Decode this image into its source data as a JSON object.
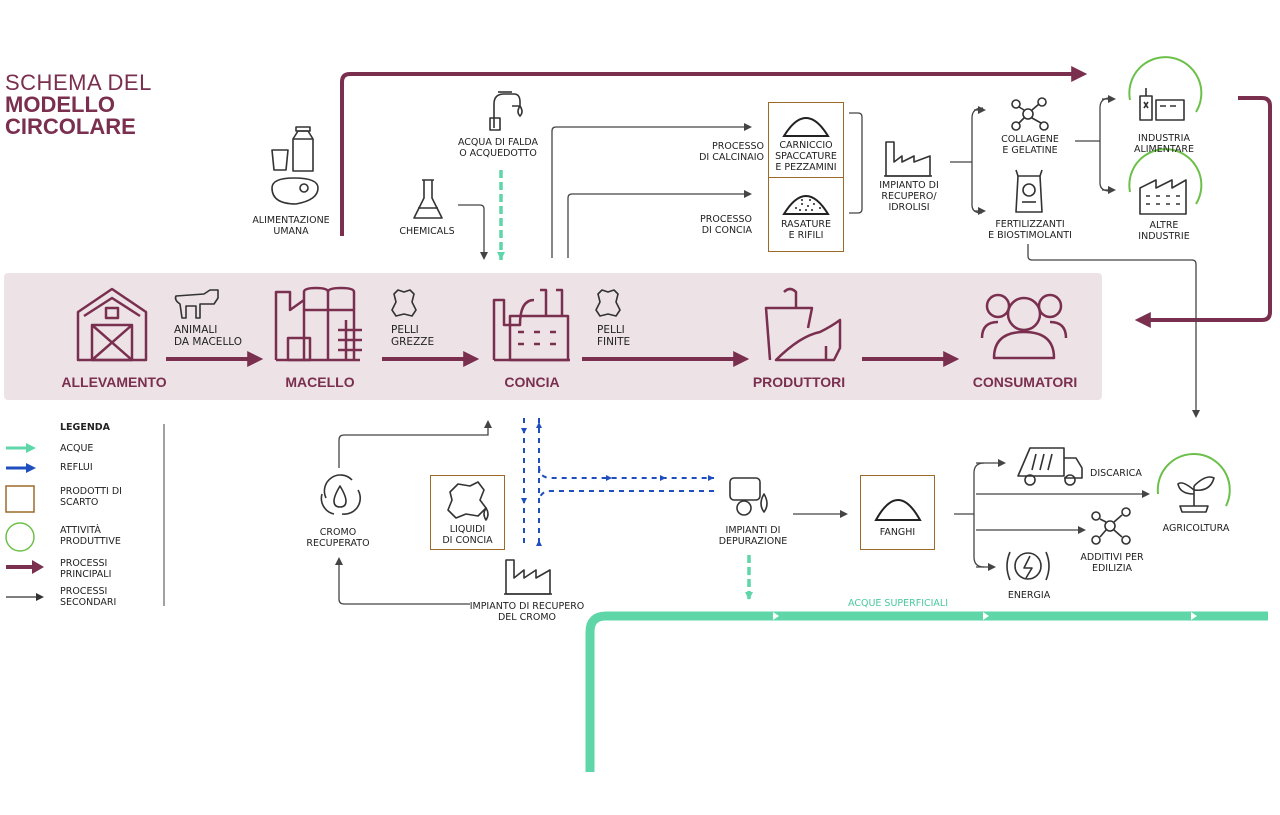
{
  "title": {
    "line1": "SCHEMA DEL",
    "line2": "MODELLO",
    "line3": "CIRCOLARE"
  },
  "colors": {
    "main_process": "#7a2f4f",
    "secondary_process": "#444444",
    "water": "#5fd6a8",
    "wastewater": "#1f4fbf",
    "waste_box": "#9b6a2b",
    "productive_activity": "#6cc04a",
    "band": "#ede3e7"
  },
  "main_chain": {
    "allevamento": "ALLEVAMENTO",
    "macello": "MACELLO",
    "concia": "CONCIA",
    "produttori": "PRODUTTORI",
    "consumatori": "CONSUMATORI",
    "animali": "ANIMALI\nDA MACELLO",
    "pelli_grezze": "PELLI\nGREZZE",
    "pelli_finite": "PELLI\nFINITE"
  },
  "top": {
    "alimentazione": "ALIMENTAZIONE\nUMANA",
    "chemicals": "CHEMICALS",
    "acqua": "ACQUA DI FALDA\nO ACQUEDOTTO",
    "processo_calcinaio": "PROCESSO\nDI CALCINAIO",
    "processo_concia": "PROCESSO\nDI CONCIA",
    "carniccio": "CARNICCIO\nSPACCATURE\nE PEZZAMINI",
    "rasature": "RASATURE\nE RIFILI",
    "impianto_recupero": "IMPIANTO DI\nRECUPERO/\nIDROLISI",
    "collagene": "COLLAGENE\nE GELATINE",
    "fertilizzanti": "FERTILIZZANTI\nE BIOSTIMOLANTI",
    "industria_alimentare": "INDUSTRIA\nALIMENTARE",
    "altre_industrie": "ALTRE\nINDUSTRIE"
  },
  "bottom": {
    "cromo_recuperato": "CROMO\nRECUPERATO",
    "liquidi_concia": "LIQUIDI\nDI CONCIA",
    "impianto_cromo": "IMPIANTO DI RECUPERO\nDEL CROMO",
    "impianti_depurazione": "IMPIANTI DI\nDEPURAZIONE",
    "fanghi": "FANGHI",
    "discarica": "DISCARICA",
    "agricoltura": "AGRICOLTURA",
    "additivi": "ADDITIVI PER\nEDILIZIA",
    "energia": "ENERGIA",
    "acque_superficiali": "ACQUE SUPERFICIALI"
  },
  "legend": {
    "title": "LEGENDA",
    "acque": "ACQUE",
    "reflui": "REFLUI",
    "prodotti": "PRODOTTI DI\nSCARTO",
    "attivita": "ATTIVITÀ\nPRODUTTIVE",
    "principali": "PROCESSI\nPRINCIPALI",
    "secondari": "PROCESSI\nSECONDARI"
  },
  "icons": {
    "allevamento": "barn-icon",
    "macello": "slaughterhouse-icon",
    "concia": "tannery-icon",
    "produttori": "handbag-shoe-icon",
    "consumatori": "people-icon",
    "animali": "cow-icon",
    "pelli": "hide-icon",
    "alimentazione": "food-icon",
    "chemicals": "flask-icon",
    "acqua": "tap-icon",
    "carniccio": "heap-icon",
    "rasature": "heap-dotted-icon",
    "impianto_recupero": "factory-icon",
    "collagene": "molecule-icon",
    "fertilizzanti": "fertilizer-bag-icon",
    "industria_alimentare": "food-industry-icon",
    "altre_industrie": "industry-icon",
    "cromo": "chrome-recycle-icon",
    "liquidi": "liquid-icon",
    "impianto_cromo": "factory-icon",
    "depurazione": "purification-icon",
    "fanghi": "heap-icon",
    "discarica": "truck-icon",
    "agricoltura": "sprout-icon",
    "additivi": "molecule-icon",
    "energia": "energy-icon"
  }
}
